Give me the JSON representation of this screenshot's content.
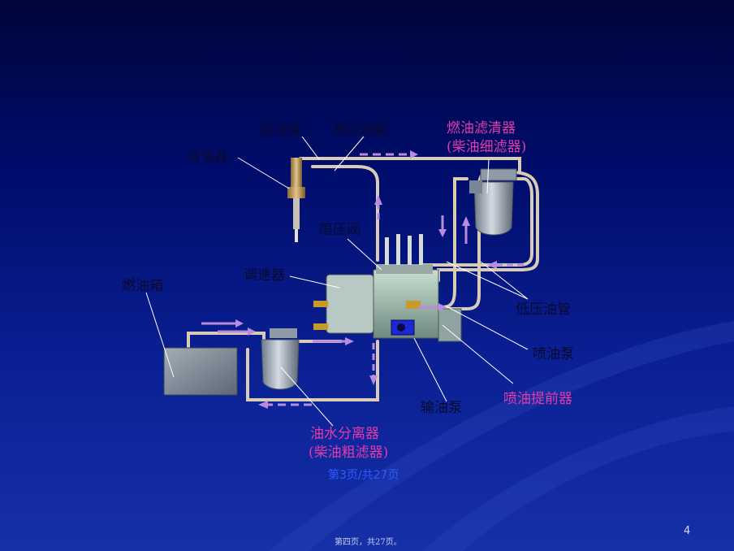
{
  "labels": {
    "return_pipe": "回油管",
    "high_pressure_pipe": "高压油管",
    "fine_filter_l1": "燃油滤清器",
    "fine_filter_l2": "(柴油细滤器)",
    "injector": "喷油器",
    "pressure_limit_valve": "限压阀",
    "governor": "调速器",
    "fuel_tank": "燃油箱",
    "low_pressure_pipe": "低压油管",
    "injection_pump": "喷油泵",
    "injection_advancer": "喷油提前器",
    "transfer_pump": "输油泵",
    "water_separator_l1": "油水分离器",
    "water_separator_l2": "(柴油粗滤器)"
  },
  "page_note": "第3页/共27页",
  "slide_number": "4",
  "footer": "第四页，共27页。",
  "colors": {
    "label_dark": "#0a0a30",
    "label_magenta": "#e23aa8",
    "pipe": "#d8ccb4",
    "flow_arrow": "#b88ae0",
    "component_metal": "#9aa6b4",
    "pump_body": "#a8c4b6"
  }
}
